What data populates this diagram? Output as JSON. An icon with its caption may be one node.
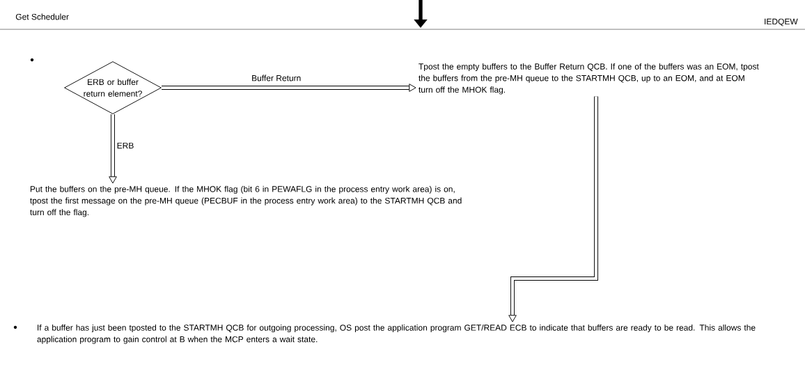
{
  "diagram": {
    "title": "Get Scheduler",
    "nodes": [
      {
        "text": [
          "ERB or buffer return element?"
        ]
      },
      {
        "text": [
          "Tpost the empty buffers to the Buffer Return QCB.  If one of the buffers was an EOM, tpost the buffers from the pre-MH queue to the STARTMH QCB, up to an EOM, and at EOM turn off the MHOK flag."
        ]
      },
      {
        "text": [
          "Put the buffers on the pre-MH queue.  If the MHOK flag (bit 6 in PEWAFLG in the process entry work area) is on, tpost the first message on the pre-MH queue (PECBUF in the process entry work area) to the STARTMH QCB and turn off the flag."
        ]
      },
      {
        "text": [
          "If a buffer has just been tposted to the STARTMH QCB for outgoing processing, OS post the application program GET/READ ECB to indicate that buffers are ready to be read.  This allows the application program to gain control at B when the MCP enters a wait state."
        ]
      }
    ],
    "edges": [
      {
        "from": 0,
        "to": 1,
        "arrow": "to",
        "label": "Buffer Return"
      },
      {
        "from": 0,
        "to": 2,
        "arrow": "to",
        "label": "ERB"
      },
      {
        "from": 1,
        "to": 3,
        "arrow": "to"
      }
    ],
    "labels": [
      "IEDQEW"
    ]
  }
}
